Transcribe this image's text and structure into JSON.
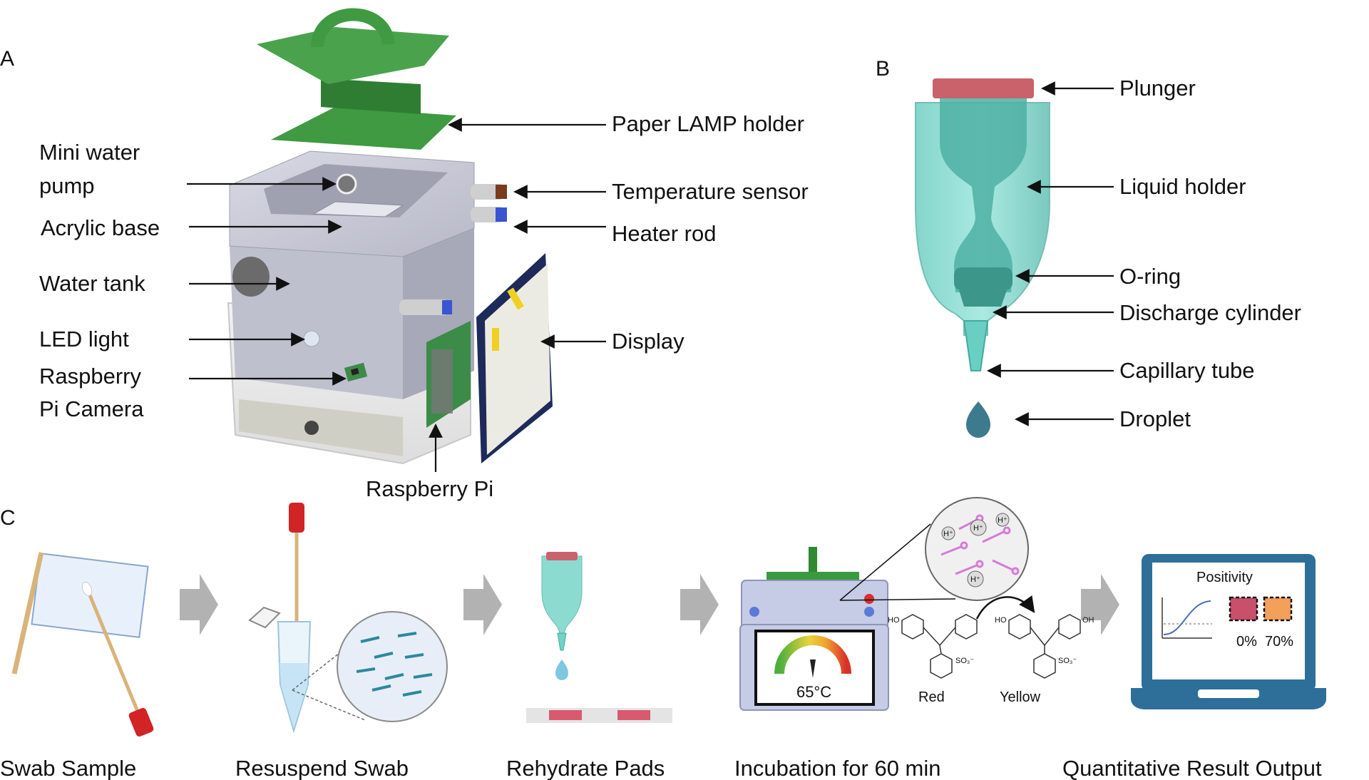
{
  "panels": {
    "a": "A",
    "b": "B",
    "c": "C"
  },
  "panel_a": {
    "labels": {
      "paper_lamp_holder": "Paper LAMP holder",
      "mini_water_pump_1": "Mini water",
      "mini_water_pump_2": "pump",
      "temperature_sensor": "Temperature sensor",
      "acrylic_base": "Acrylic base",
      "heater_rod": "Heater rod",
      "water_tank": "Water tank",
      "led_light": "LED light",
      "display": "Display",
      "raspberry_pi_camera_1": "Raspberry",
      "raspberry_pi_camera_2": "Pi Camera",
      "raspberry_pi": "Raspberry Pi"
    }
  },
  "panel_b": {
    "labels": {
      "plunger": "Plunger",
      "liquid_holder": "Liquid holder",
      "o_ring": "O-ring",
      "discharge_cylinder": "Discharge cylinder",
      "capillary_tube": "Capillary tube",
      "droplet": "Droplet"
    }
  },
  "panel_c": {
    "steps": [
      {
        "label": "Swab Sample"
      },
      {
        "label": "Resuspend Swab"
      },
      {
        "label": "Rehydrate Pads"
      },
      {
        "label": "Incubation for 60 min"
      },
      {
        "label": "Quantitative Result Output"
      }
    ],
    "temperature_readout": "65°C",
    "dye_colors": {
      "left": "Red",
      "right": "Yellow"
    },
    "proton_label": "H⁺",
    "chem_labels": {
      "ho": "HO",
      "oh": "OH",
      "so3": "SO₃⁻"
    },
    "laptop": {
      "title": "Positivity",
      "value_1": "0%",
      "value_2": "70%"
    }
  },
  "colors": {
    "holder_green": "#3a9a3e",
    "tank_grey": "#c9cad6",
    "cartridge_teal": "#6fd3c6",
    "plunger_red": "#c9626b",
    "droplet_blue": "#3d7a8e",
    "laptop_blue": "#2d6f99",
    "arrow_grey": "#b2b2b2"
  }
}
